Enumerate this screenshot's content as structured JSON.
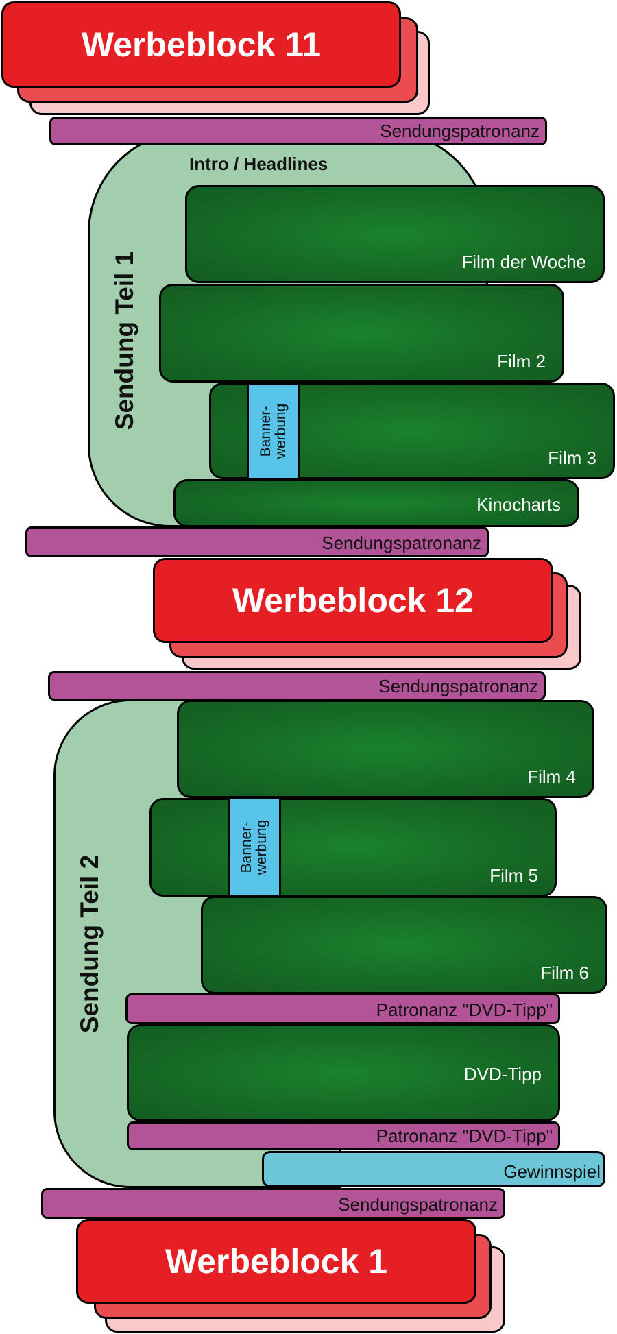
{
  "colors": {
    "ad_primary": "#e51f24",
    "ad_secondary": "#ea4c50",
    "ad_tertiary": "#f8c8ca",
    "sponsorship": "#b35499",
    "program_part": "#a2cead",
    "film": "#176a26",
    "banner": "#58c4ea",
    "contest": "#6cc6d8"
  },
  "ad_blocks": [
    {
      "label": "Werbeblock 11"
    },
    {
      "label": "Werbeblock 12"
    },
    {
      "label": "Werbeblock 1"
    }
  ],
  "sponsorships": [
    {
      "label": "Sendungspatronanz"
    },
    {
      "label": "Sendungspatronanz"
    },
    {
      "label": "Sendungspatronanz"
    },
    {
      "label": "Sendungspatronanz"
    }
  ],
  "part1": {
    "title": "Sendung Teil 1",
    "intro": "Intro / Headlines",
    "segments": [
      {
        "label": "Film der Woche"
      },
      {
        "label": "Film 2"
      },
      {
        "label": "Film 3",
        "banner": "Banner-\nwerbung"
      },
      {
        "label": "Kinocharts"
      }
    ]
  },
  "part2": {
    "title": "Sendung Teil 2",
    "segments": [
      {
        "label": "Film 4"
      },
      {
        "label": "Film 5",
        "banner": "Banner-\nwerbung"
      },
      {
        "label": "Film 6"
      },
      {
        "label": "Patronanz \"DVD-Tipp\""
      },
      {
        "label": "DVD-Tipp"
      },
      {
        "label": "Patronanz \"DVD-Tipp\""
      },
      {
        "label": "Gewinnspiel"
      }
    ]
  }
}
